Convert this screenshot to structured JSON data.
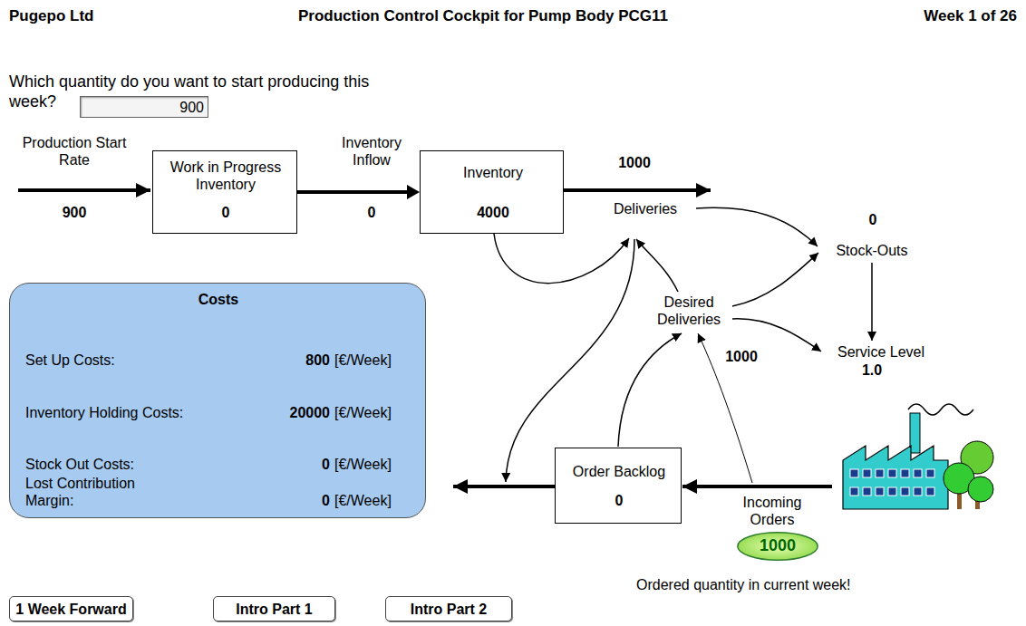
{
  "diagram": {
    "title": "Production Control Cockpit for Pump Body PCG11",
    "nodes": [
      {
        "text": [
          "900"
        ]
      },
      {
        "text": [
          "Work in Progress Inventory",
          "0"
        ]
      },
      {
        "text": [
          "Inventory",
          "4000"
        ]
      },
      {
        "text": [
          "Costs",
          "Set Up Costs:",
          "800",
          "[€/Week]",
          "Inventory Holding Costs:",
          "20000",
          "[€/Week]",
          "Stock Out Costs:",
          "0",
          "[€/Week]",
          "Lost Contribution Margin:",
          "0",
          "[€/Week]"
        ]
      },
      {
        "text": [
          "Order Backlog",
          "0"
        ]
      },
      {
        "text": [
          "1000"
        ]
      },
      {
        "text": [
          "1 Week Forward"
        ]
      },
      {
        "text": [
          "Intro Part 1"
        ]
      },
      {
        "text": [
          "Intro Part 2"
        ]
      }
    ],
    "edges": [
      {
        "from": 1,
        "to": 2,
        "arrow": "to"
      }
    ],
    "labels": [
      "Pugepo Ltd",
      "Week 1 of 26",
      "Which quantity do you want to start producing this week?",
      "Production Start Rate",
      "900",
      "Inventory Inflow",
      "0",
      "1000",
      "Deliveries",
      "0",
      "Stock-Outs",
      "Desired Deliveries",
      "1000",
      "Service Level",
      "1.0",
      "Incoming Orders",
      "Ordered quantity in current week!"
    ]
  }
}
